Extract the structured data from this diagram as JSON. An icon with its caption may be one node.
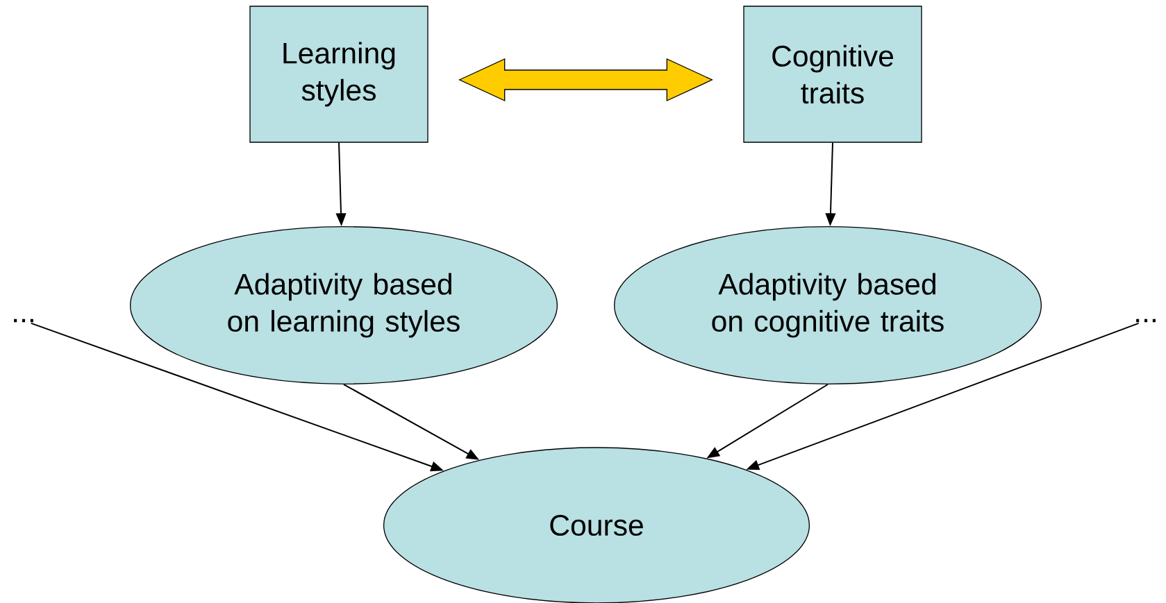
{
  "diagram": {
    "nodes": [
      {
        "text": [
          "Learning styles"
        ]
      },
      {
        "text": [
          "Cognitive traits"
        ]
      },
      {
        "text": [
          "Adaptivity based on learning styles"
        ]
      },
      {
        "text": [
          "Adaptivity based on cognitive traits"
        ]
      },
      {
        "text": [
          "..."
        ]
      },
      {
        "text": [
          "..."
        ]
      },
      {
        "text": [
          "Course"
        ]
      }
    ],
    "edges": [
      {
        "from": 0,
        "to": 1,
        "arrow": "both",
        "style": "thick",
        "color": "#ffcc00"
      },
      {
        "from": 0,
        "to": 2,
        "arrow": "to"
      },
      {
        "from": 1,
        "to": 3,
        "arrow": "to"
      },
      {
        "from": 2,
        "to": 6,
        "arrow": "to"
      },
      {
        "from": 3,
        "to": 6,
        "arrow": "to"
      },
      {
        "from": 4,
        "to": 6,
        "arrow": "to"
      },
      {
        "from": 5,
        "to": 6,
        "arrow": "to"
      }
    ]
  }
}
